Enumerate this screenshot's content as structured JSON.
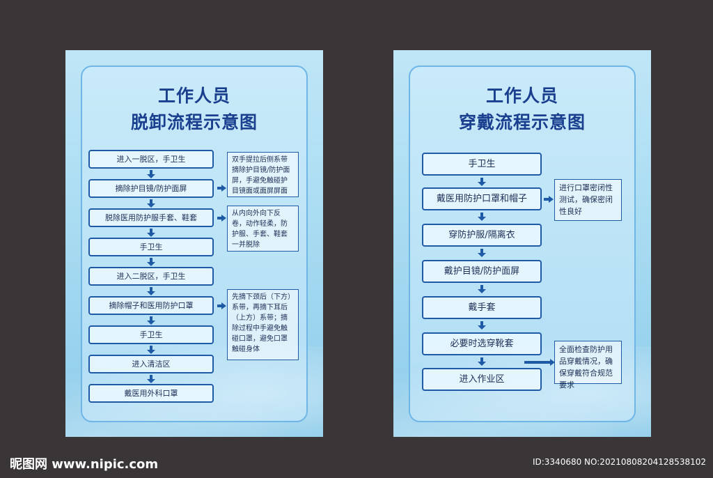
{
  "left_poster": {
    "title_line1": "工作人员",
    "title_line2": "脱卸流程示意图",
    "steps": [
      "进入一脱区，手卫生",
      "摘除护目镜/防护面屏",
      "脱除医用防护服手套、鞋套",
      "手卫生",
      "进入二脱区，手卫生",
      "摘除帽子和医用防护口罩",
      "手卫生",
      "进入清洁区",
      "戴医用外科口罩"
    ],
    "notes": [
      "双手提拉后侧系带摘除护目镜/防护面屏，手避免触碰护目镜面或面屏屏面",
      "从内向外向下反卷，动作轻柔，防护服、手套、鞋套一并脱除",
      "先摘下颈后（下方）系带，再摘下耳后（上方）系带；摘除过程中手避免触碰口罩，避免口罩触碰身体"
    ]
  },
  "right_poster": {
    "title_line1": "工作人员",
    "title_line2": "穿戴流程示意图",
    "steps": [
      "手卫生",
      "戴医用防护口罩和帽子",
      "穿防护服/隔离衣",
      "戴护目镜/防护面屏",
      "戴手套",
      "必要时选穿靴套",
      "进入作业区"
    ],
    "notes": [
      "进行口罩密闭性测试，确保密闭性良好",
      "全面检查防护用品穿戴情况，确保穿戴符合规范要求"
    ]
  },
  "footer": {
    "watermark": "昵图网 www.nipic.com",
    "id_text": "ID:3340680 NO:20210808204128538102"
  },
  "colors": {
    "background": "#3a3638",
    "title": "#1a3f8f",
    "border": "#1f5aa6"
  }
}
